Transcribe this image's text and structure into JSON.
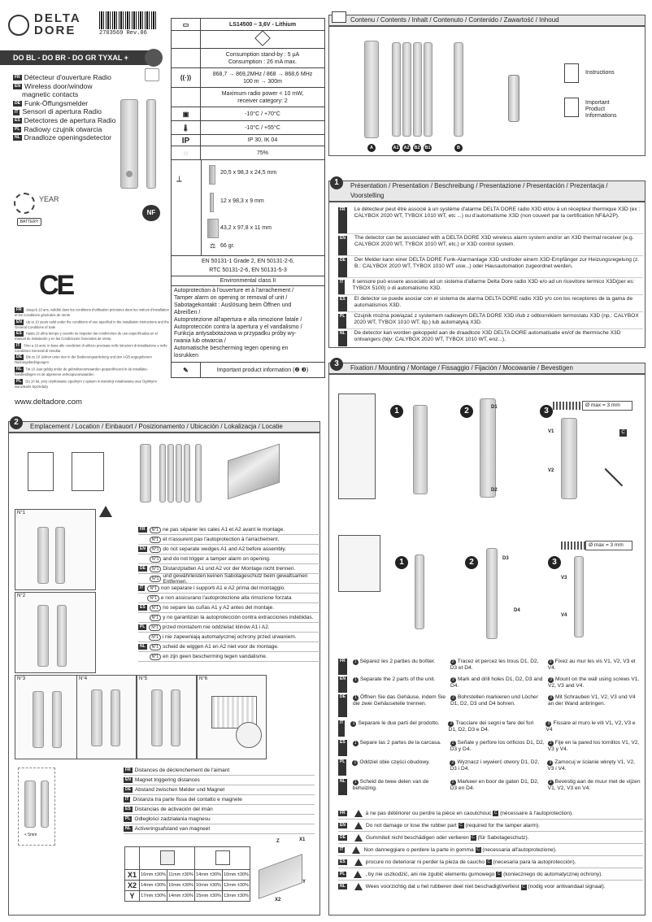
{
  "brand": {
    "line1": "DELTA",
    "line2": "DORE",
    "barcode_text": "2703569 Rev.06"
  },
  "product_bar": "DO BL - DO BR - DO GR TYXAL +",
  "product_names": [
    {
      "lang": "FR",
      "text": "Détecteur d'ouverture Radio"
    },
    {
      "lang": "EN",
      "text": "Wireless door/window"
    },
    {
      "lang": "",
      "text": "magnetic contacts"
    },
    {
      "lang": "DE",
      "text": "Funk-Öffungsmelder"
    },
    {
      "lang": "IT",
      "text": "Sensori di apertura Radio"
    },
    {
      "lang": "ES",
      "text": "Detectores de apertura Radio"
    },
    {
      "lang": "PL",
      "text": "Radiowy czujnik otwarcia"
    },
    {
      "lang": "NL",
      "text": "Draadloze openingsdetector"
    }
  ],
  "battery_badge": {
    "years": "YEAR",
    "label": "BATTERY",
    "nf": "NF"
  },
  "ce_mark": "CE",
  "fine_print": [
    {
      "lang": "FR",
      "text": "Jusqu'à 10 ans, validité dans les conditions d'utilisation précisées dans les notices d'installation et les Conditions générales de Vente"
    },
    {
      "lang": "EN",
      "text": "Up to 10 years valid under the conditions of use specified in the installation instructions and the General Conditions of Sale"
    },
    {
      "lang": "ES",
      "text": "Hasta 10 años tiempo y cuando se respeten las condiciones de uso especificadas en el manual de instalación y en las Condiciones Generales de Venta"
    },
    {
      "lang": "IT",
      "text": "Fino a 10 anni, in base alle condizioni di utilizzo precisate nelle istruzioni di installazione e nelle Condizioni Generali di Vendita"
    },
    {
      "lang": "DE",
      "text": "Bis zu 10 Jahren unter den in der Bedienungsanleitung und den AGB angegebenen Nutzungsbedingungen"
    },
    {
      "lang": "NL",
      "text": "Tot 10 Jaar geldig onder de gebruiksvoorwaarden gespecificeerd in de installatie-handleidingen en de algemene verkoopvoorwaarden"
    },
    {
      "lang": "PL",
      "text": "Do 10 lat, przy użytkowaniu zgodnym z opisem w instrukcji instalowania oraz Ogólnymi warunkami Sprzedaży"
    }
  ],
  "website": "www.deltadore.com",
  "spec": {
    "battery": "LS14500 – 3,6V - Lithium",
    "consumption": [
      "Consumption stand-by : 5 µA",
      "Consumption : 26 mA max."
    ],
    "radio": [
      "868,7 → 869,2MHz / 868 → 868,6 MHz",
      "100 m → 300m"
    ],
    "power": [
      "Maximum radio power < 10 mW,",
      "receiver category: 2"
    ],
    "temp1": "-10°C / +70°C",
    "temp2": "-10°C / +55°C",
    "ip_icon": "IP",
    "ip": "IP 30, IK 04",
    "humidity": "75%",
    "dims": [
      "20,5 x 98,3 x 24,5 mm",
      "12 x 98,3 x 9 mm",
      "43,2 x 97,8 x 11 mm"
    ],
    "weight": "66 gr.",
    "norms": [
      "EN 50131-1  Grade 2, EN 50131-2-6,",
      "RTC 50131-2-6, EN 50131-5-3"
    ],
    "env_class": "Environmental class II",
    "tamper": [
      "Autoprotection à l'ouverture et à l'arrachement /",
      "Tamper alarm on opening or removal of unit /",
      "Sabotagekontakt : Auslösung beim Öffnen und",
      "Abreißen /",
      "Autoprotezione all'apertura e alla rimozione fatale /",
      "Autoprotección contra la apertura y el vandalismo /",
      "Funkcja antysabotażowa w przypadku próby wy-",
      "rwania lub otwarcia /",
      "Automatische bescherming tegen opening en",
      "losrukken"
    ],
    "important": "Important product information (❷ ❸)"
  },
  "contents": {
    "title": "Contenu / Contents / Inhalt / Contenuto / Contenido / Zawartość / Inhoud",
    "labels": [
      "A",
      "A1",
      "A2",
      "B2",
      "B1",
      "B"
    ],
    "instructions": "Instructions",
    "important": [
      "Important",
      "Product",
      "Informations"
    ]
  },
  "section1": {
    "num": "1",
    "title": "Présentation / Presentation / Beschreibung / Presentazione / Presentación / Prezentacja /",
    "title2": "Voorstelling",
    "rows": [
      {
        "lang": "FR",
        "text": "Le détecteur peut être associé à un système d'alarme DELTA DORE radio X3D et/ou à un récepteur thermique X3D (ex : CALYBOX 2020 WT, TYBOX 1010 WT, etc ...) ou d'automatisme X3D (non couvert par la certification NF&A2P)."
      },
      {
        "lang": "EN",
        "text": "The detector can be associated with a DELTA DORE X3D wireless alarm system and/or an X3D thermal receiver (e.g. CALYBOX 2020 WT, TYBOX 1010 WT, etc.) or X3D control system."
      },
      {
        "lang": "DE",
        "text": "Der Melder kann einer DELTA DORE Funk-Alarmanlage X3D und/oder einem X3D-Empfänger zur Heizungsregelung (z. B.: CALYBOX 2020 WT, TYBOX 1010 WT usw...) oder Hausautomation zugeordnet werden."
      },
      {
        "lang": "IT",
        "text": "Il sensore può essere associato ad un sistema d'allarme Delta Dore radio X3D e/o ad un ricevitore termico X3D(per es: TYBOX 5100) o di automatismo X3D."
      },
      {
        "lang": "ES",
        "text": "El detector se puede asociar con el sistema de alarma DELTA DORE radio X3D y/o con los receptores de la gama de automatismos X3D."
      },
      {
        "lang": "PL",
        "text": "Czujnik można powiązać z systemem radiowym DELTA DORE X3D i/lub z odbiornikiem termostatu X3D (np.: CALYBOX 2020 WT, TYBOX 1010 WT, itp.) lub automatyką X3D."
      },
      {
        "lang": "NL",
        "text": "De detector kan worden gekoppeld aan de draadloze X3D DELTA DORE automatisatie en/of de thermische X3D ontvangers (bijv: CALYBOX 2020 WT, TYBOX 1010 WT, enz...)."
      }
    ]
  },
  "section2": {
    "num": "2",
    "title": "Emplacement / Location / Einbauort / Posizionamento / Ubicación / Lokalizacja / Locatie",
    "n_labels": [
      "N°1",
      "N°2",
      "N°3",
      "N°4",
      "N°5",
      "N°6"
    ],
    "warnings": [
      {
        "lang": "FR",
        "text": "ne pas séparer les cales A1 et A2 avant le montage."
      },
      {
        "lang": "",
        "text": "et    n'assurent pas l'autoprotection à l'arrachement."
      },
      {
        "lang": "EN",
        "text": "do not separate wedges A1 and A2 before assembly."
      },
      {
        "lang": "",
        "text": "and    do not trigger a tamper alarm on opening."
      },
      {
        "lang": "DE",
        "text": "Distanzplatten A1 und A2 vor der Montage nicht trennen."
      },
      {
        "lang": "",
        "text": "und    gewährleisten keinen Sabotageschutz beim gewaltsamen Entfernen."
      },
      {
        "lang": "IT",
        "text": "non separare i supporti A1 e A2 prima del montaggio."
      },
      {
        "lang": "",
        "text": "e    non assicurano l'autoprotezione alla rimozione forzata"
      },
      {
        "lang": "ES",
        "text": "no separe las cuñas A1 y A2 antes del montaje."
      },
      {
        "lang": "",
        "text": "y    no garantizan la autoprotección contra extracciones indebidas."
      },
      {
        "lang": "PL",
        "text": "przed montażem nie oddzielać klinów A1 i A2."
      },
      {
        "lang": "",
        "text": "i    nie zapewniają automatycznej ochrony przed urwaniem."
      },
      {
        "lang": "NL",
        "text": "scheid de wiggen A1 en A2 niet voor de montage."
      },
      {
        "lang": "",
        "text": "en    zijn geen bescherming tegen vandalisme."
      }
    ],
    "distances": [
      {
        "lang": "FR",
        "text": "Distances de déclenchement de l'aimant"
      },
      {
        "lang": "EN",
        "text": "Magnet triggering distances"
      },
      {
        "lang": "DE",
        "text": "Abstand zwischen Melder und Magnet"
      },
      {
        "lang": "IT",
        "text": "Distanza tra parte fissa del contatto e magnete"
      },
      {
        "lang": "ES",
        "text": "Distancias de activación del imán"
      },
      {
        "lang": "PL",
        "text": "Odległości zadziałania magnesu"
      },
      {
        "lang": "NL",
        "text": "Activeringsafstand van magneet"
      }
    ],
    "dist_table": {
      "rows": [
        {
          "axis": "X1",
          "vals": [
            "16mm ±30%",
            "11mm ±30%",
            "14mm ±30%",
            "10mm ±30%"
          ]
        },
        {
          "axis": "X2",
          "vals": [
            "14mm ±30%",
            "10mm ±30%",
            "10mm ±30%",
            "12mm ±30%"
          ]
        },
        {
          "axis": "Y",
          "vals": [
            "17mm ±30%",
            "14mm ±30%",
            "15mm ±30%",
            "13mm ±30%"
          ]
        }
      ]
    },
    "gap_label": "< 5mm",
    "axes": [
      "Z",
      "X1",
      "Y",
      "X2"
    ]
  },
  "section3": {
    "num": "3",
    "title": "Fixation / Mounting / Montage / Fissaggio / Fijación / Mocowanie / Bevestigen",
    "dmax": "Ø max = 3 mm",
    "holes": [
      "D1",
      "D2",
      "D3",
      "D4",
      "V1",
      "V2",
      "V3",
      "V4"
    ],
    "steps": [
      {
        "lang": "FR",
        "s1": "Séparez les 2 parties du boîtier.",
        "s2": "Tracez et percez les trous D1, D2, D3 et D4.",
        "s3": "Fixez au mur les vis V1, V2, V3 et V4."
      },
      {
        "lang": "EN",
        "s1": "Separate the 2 parts of the unit.",
        "s2": "Mark and drill holes D1, D2, D3 and D4.",
        "s3": "Mount on the wall using screws V1, V2, V3 and V4."
      },
      {
        "lang": "DE",
        "s1": "Öffnen Sie das Gehäuse, indem Sie die zwei Gehäuseteile trennen.",
        "s2": "Bohrstellen markieren und Löcher D1, D2, D3 und D4 bohren.",
        "s3": "Mit Schrauben V1, V2, V3 und V4 an der Wand anbringen."
      },
      {
        "lang": "IT",
        "s1": "Separare le due parti del prodotto.",
        "s2": "Tracciare dei segni e fare dei fori D1, D2, D3 e D4.",
        "s3": "Fissare al muro le viti V1, V2, V3 e V4"
      },
      {
        "lang": "ES",
        "s1": "Separe las 2 partes de la carcasa.",
        "s2": "Señale y perfore los orificios D1, D2, D3 y D4.",
        "s3": "Fije en la pared los tornillos V1, V2, V3 y V4."
      },
      {
        "lang": "PL",
        "s1": "Oddziel obie części obudowy.",
        "s2": "Wyznacz i wywierć otwory D1, D2, D3 i D4.",
        "s3": "Zamocuj w ścianie wkręty V1, V2, V3 i V4."
      },
      {
        "lang": "NL",
        "s1": "Scheid de twee delen van de behuizing.",
        "s2": "Markeer en boor de gaten D1, D2, D3 en D4.",
        "s3": "Bevestig aan de muur met de vijzen V1, V2, V3 en V4."
      }
    ],
    "rubber": [
      {
        "lang": "FR",
        "text": "à ne pas détériorer ou perdre la pièce en caoutchouc",
        "tail": "(nécessaire à l'autoprotection)."
      },
      {
        "lang": "EN",
        "text": "Do not damage or lose the rubber part",
        "tail": "(required for the tamper alarm)."
      },
      {
        "lang": "DE",
        "text": "Gummiteil nicht beschädigen oder verlieren",
        "tail": "(für Sabotageschutz)."
      },
      {
        "lang": "IT",
        "text": "Non danneggiare o perdere la parte in gomma",
        "tail": "(necessaria all'autoprotezione)."
      },
      {
        "lang": "ES",
        "text": "procure no deteriorar ni perder la pieza de caucho",
        "tail": "(necesaria para la autoprotección)."
      },
      {
        "lang": "PL",
        "text": ", by nie uszkodzić, ani nie zgubić elementu gumowego",
        "tail": "(koniecznego do automatycznej ochrony)."
      },
      {
        "lang": "NL",
        "text": "Wees voorzichtig dat u het rubberen deel niet beschadigt/verliest",
        "tail": "(nodig voor antivandaal signaal)."
      }
    ],
    "c_label": "C"
  }
}
